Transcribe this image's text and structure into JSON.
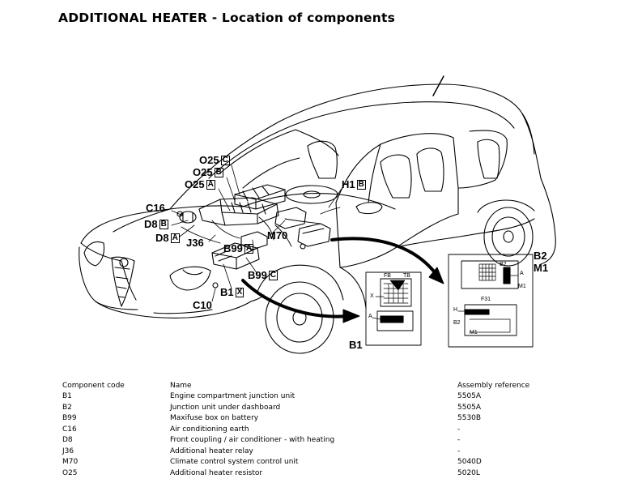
{
  "title": "ADDITIONAL HEATER - Location of components",
  "callouts": [
    {
      "code": "O25",
      "sub": "C"
    },
    {
      "code": "O25",
      "sub": "B"
    },
    {
      "code": "O25",
      "sub": "A"
    },
    {
      "code": "C16",
      "sub": ""
    },
    {
      "code": "D8",
      "sub": "B"
    },
    {
      "code": "D8",
      "sub": "A"
    },
    {
      "code": "J36",
      "sub": ""
    },
    {
      "code": "B99",
      "sub": "A"
    },
    {
      "code": "B99",
      "sub": "C"
    },
    {
      "code": "B1",
      "sub": "X"
    },
    {
      "code": "C10",
      "sub": ""
    },
    {
      "code": "M70",
      "sub": ""
    },
    {
      "code": "H1",
      "sub": "B"
    }
  ],
  "detail_labels": {
    "b1": "B1",
    "b2": "B2",
    "m1": "M1"
  },
  "inset_b1": {
    "fb": "FB",
    "tb": "TB",
    "x": "X",
    "a": "A"
  },
  "inset_b2": {
    "b2": "B2",
    "a": "A",
    "m1": "M1",
    "f31": "F31",
    "h": "H",
    "b2b": "B2",
    "m1b": "M1"
  },
  "legend": {
    "headers": [
      "Component code",
      "Name",
      "Assembly reference"
    ],
    "rows": [
      [
        "B1",
        "Engine compartment junction unit",
        "5505A"
      ],
      [
        "B2",
        "Junction unit under dashboard",
        "5505A"
      ],
      [
        "B99",
        "Maxifuse box on battery",
        "5530B"
      ],
      [
        "C16",
        "Air conditioning earth",
        "-"
      ],
      [
        "D8",
        "Front coupling / air conditioner - with heating",
        "-"
      ],
      [
        "J36",
        "Additional heater relay",
        "-"
      ],
      [
        "M70",
        "Climate control system control unit",
        "5040D"
      ],
      [
        "O25",
        "Additional heater resistor",
        "5020L"
      ]
    ]
  }
}
